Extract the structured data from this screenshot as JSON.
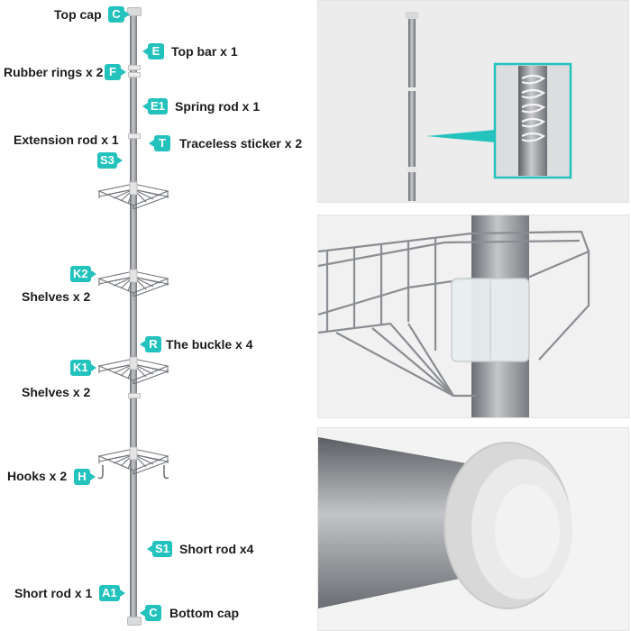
{
  "labels": {
    "top_cap": "Top cap",
    "top_bar": "Top bar x 1",
    "rubber_rings": "Rubber rings x 2",
    "spring_rod": "Spring rod x 1",
    "extension_rod": "Extension rod x 1",
    "traceless_sticker": "Traceless sticker x 2",
    "shelves_upper": "Shelves x 2",
    "buckle": "The buckle x 4",
    "shelves_lower": "Shelves x 2",
    "hooks": "Hooks x 2",
    "short_rod_s1": "Short rod x4",
    "short_rod_a1": "Short rod  x 1",
    "bottom_cap": "Bottom cap"
  },
  "badges": {
    "top_cap": "C",
    "top_bar": "E",
    "rubber_rings": "F",
    "spring_rod": "E1",
    "traceless_sticker": "T",
    "extension_rod": "S3",
    "shelves_upper": "K2",
    "buckle": "R",
    "shelves_lower": "K1",
    "hooks": "H",
    "short_rod_s1": "S1",
    "short_rod_a1": "A1",
    "bottom_cap": "C"
  },
  "colors": {
    "badge": "#24c2bd",
    "pole": "#8e9196",
    "panel_background": "#efefef"
  },
  "detail_panels": [
    {
      "name": "spring-detail-panel",
      "subject": "spring-rod-closeup"
    },
    {
      "name": "shelf-buckle-detail-panel",
      "subject": "shelf-and-buckle-closeup"
    },
    {
      "name": "end-cap-detail-panel",
      "subject": "rubber-end-cap-closeup"
    }
  ]
}
